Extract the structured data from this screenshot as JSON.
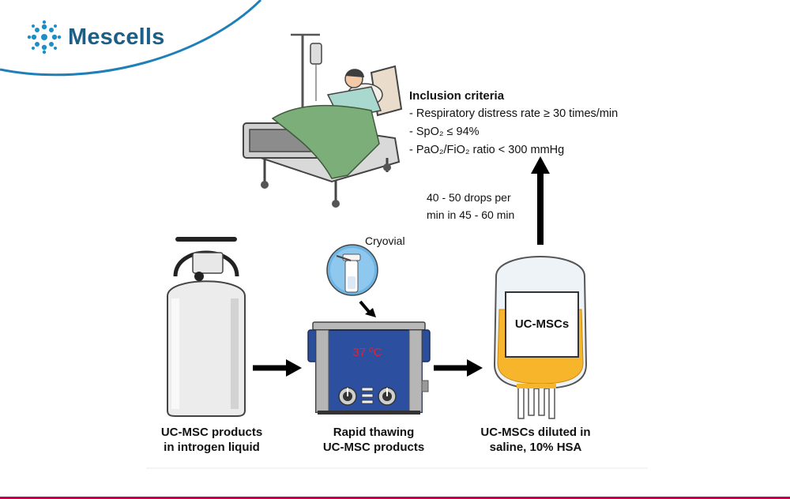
{
  "brand": {
    "name": "Mescells",
    "accent": "#1c5f86",
    "icon": "dotted-circle-logo-icon"
  },
  "criteria": {
    "title": "Inclusion criteria",
    "items": [
      "- Respiratory distress rate ≥ 30 times/min",
      "- SpO₂ ≤ 94%",
      "- PaO₂/FiO₂ ratio < 300 mmHg"
    ]
  },
  "infusion": {
    "line1": "40 - 50 drops per",
    "line2": "min in 45 - 60 min"
  },
  "cryovial_label": "Cryovial",
  "water_bath": {
    "temperature": "37 ºC"
  },
  "bag": {
    "label": "UC-MSCs",
    "color": "#f7b52b"
  },
  "steps": [
    {
      "line1": "UC-MSC products",
      "line2": "in introgen liquid"
    },
    {
      "line1": "Rapid thawing",
      "line2": "UC-MSC products"
    },
    {
      "line1": "UC-MSCs diluted in",
      "line2": "saline, 10% HSA"
    }
  ]
}
